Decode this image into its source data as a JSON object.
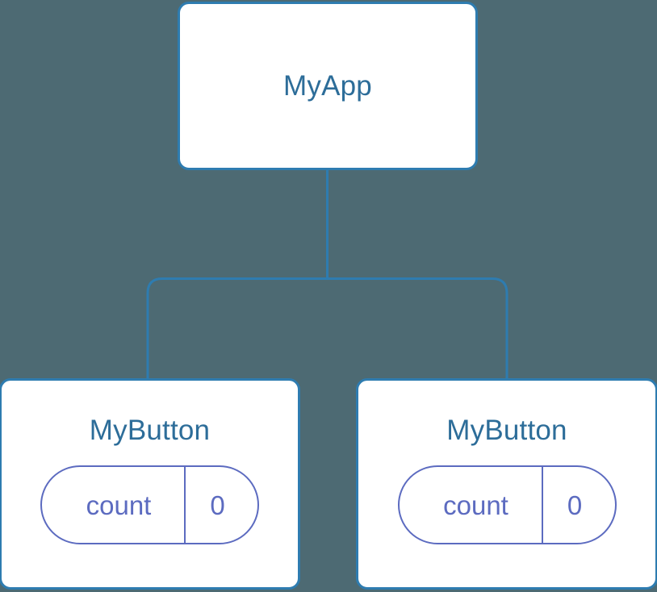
{
  "diagram": {
    "type": "component-tree",
    "background_color": "#4d6a73",
    "node_border_color": "#2e7cb0",
    "node_fill_color": "#ffffff",
    "node_title_color": "#2d6d99",
    "connector_color": "#2e7cb0",
    "badge_color": "#5c6bc0"
  },
  "root": {
    "label": "MyApp"
  },
  "children": [
    {
      "label": "MyButton",
      "state": {
        "key": "count",
        "value": "0"
      }
    },
    {
      "label": "MyButton",
      "state": {
        "key": "count",
        "value": "0"
      }
    }
  ]
}
